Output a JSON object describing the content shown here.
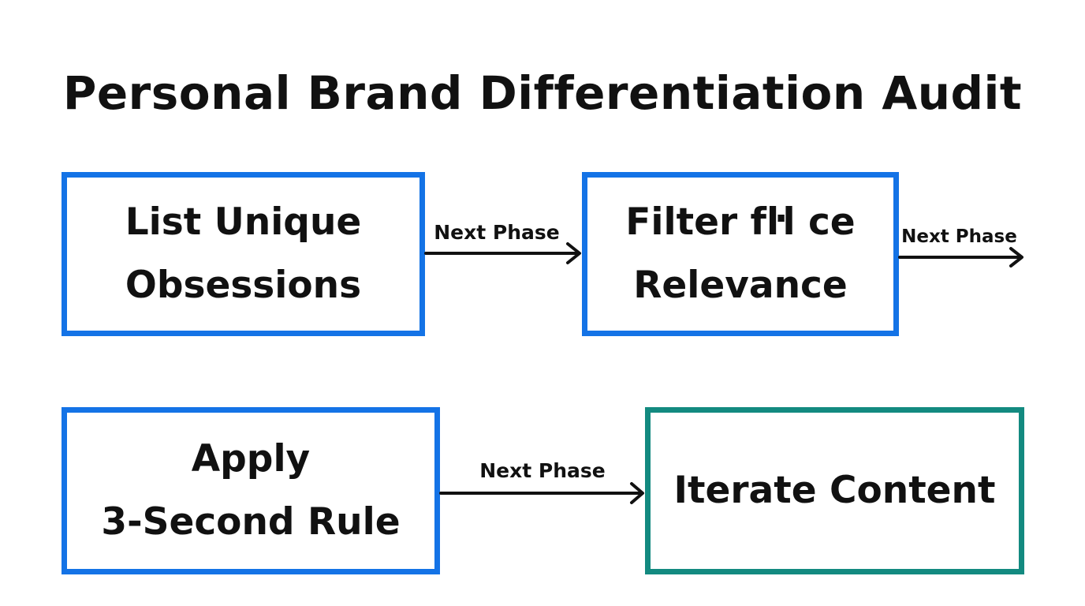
{
  "title": "Personal Brand Differentiation Audit",
  "colors": {
    "blue_border": "#1473e6",
    "teal_border": "#138a80",
    "text": "#111111",
    "background": "#ffffff"
  },
  "boxes": [
    {
      "lines": [
        "List Unique",
        "Obsessions"
      ],
      "border_color": "#1473e6"
    },
    {
      "lines": [
        "Filter fŀl ce",
        "Relevance"
      ],
      "border_color": "#1473e6"
    },
    {
      "lines": [
        "Apply",
        "3-Second Rule"
      ],
      "border_color": "#1473e6"
    },
    {
      "lines": [
        "Iterate Content"
      ],
      "border_color": "#138a80"
    }
  ],
  "arrows": [
    {
      "label": "Next Phase"
    },
    {
      "label": "Next Phase"
    },
    {
      "label": "Next Phase"
    }
  ]
}
